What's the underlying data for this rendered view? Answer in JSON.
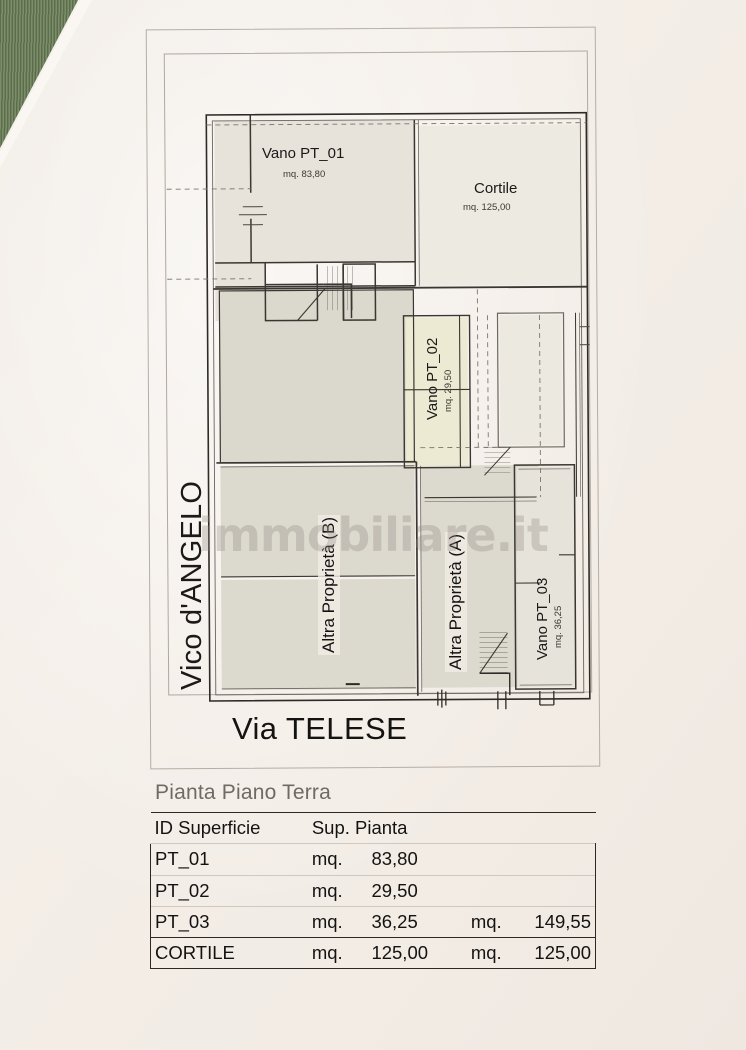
{
  "document": {
    "caption": "Pianta Piano Terra",
    "watermark": "immobiliare.it"
  },
  "streets": {
    "left": "Vico d'ANGELO",
    "bottom": "Via TELESE"
  },
  "rooms": [
    {
      "id": "vano-pt-01",
      "name": "Vano PT_01",
      "area": "mq. 83,80"
    },
    {
      "id": "cortile",
      "name": "Cortile",
      "area": "mq. 125,00"
    },
    {
      "id": "vano-pt-02",
      "name": "Vano PT_02",
      "area": "mq. 29,50"
    },
    {
      "id": "vano-pt-03",
      "name": "Vano PT_03",
      "area": "mq. 36,25"
    }
  ],
  "other_properties": [
    {
      "id": "altra-proprieta-b",
      "label": "Altra Proprietà (B)"
    },
    {
      "id": "altra-proprieta-a",
      "label": "Altra Proprietà (A)"
    }
  ],
  "table": {
    "headers": [
      "ID Superficie",
      "Sup. Pianta",
      "",
      "",
      ""
    ],
    "header_id": "ID Superficie",
    "header_sup": "Sup. Pianta",
    "rows": [
      {
        "id": "PT_01",
        "unit": "mq.",
        "value": "83,80",
        "total_unit": "",
        "total": ""
      },
      {
        "id": "PT_02",
        "unit": "mq.",
        "value": "29,50",
        "total_unit": "",
        "total": ""
      },
      {
        "id": "PT_03",
        "unit": "mq.",
        "value": "36,25",
        "total_unit": "mq.",
        "total": "149,55"
      },
      {
        "id": "CORTILE",
        "unit": "mq.",
        "value": "125,00",
        "total_unit": "mq.",
        "total": "125,00"
      }
    ]
  },
  "colors": {
    "paper": "#f2ece6",
    "ink": "#1b1a18",
    "room_fill": "#dedbd2",
    "scan_edge": "#64764f",
    "caption": "#6f6a63"
  }
}
